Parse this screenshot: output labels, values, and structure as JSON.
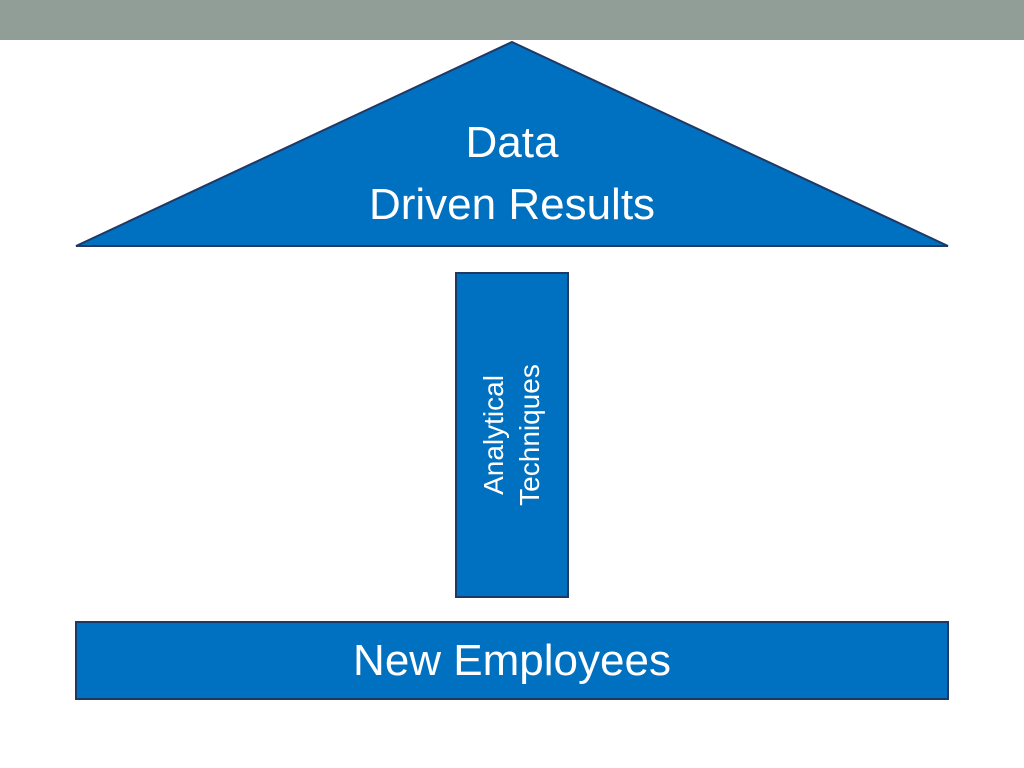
{
  "colors": {
    "top_bar": "#919e98",
    "shape_fill": "#0070c0",
    "shape_stroke": "#1f3864",
    "text": "#ffffff",
    "background": "#ffffff"
  },
  "diagram": {
    "roof": {
      "line1": "Data",
      "line2": "Driven Results"
    },
    "pillar": {
      "line1": "Analytical",
      "line2": "Techniques"
    },
    "base": {
      "label": "New Employees"
    }
  }
}
